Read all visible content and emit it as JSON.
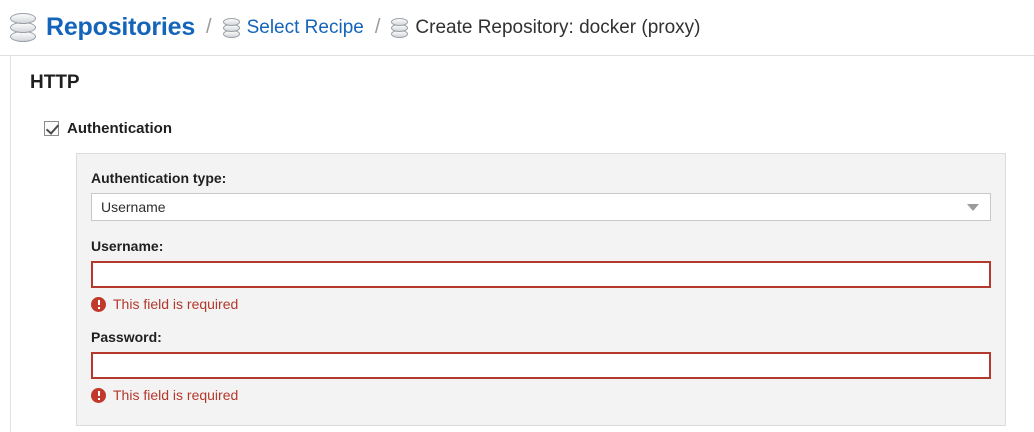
{
  "breadcrumb": {
    "root_icon": "database-icon",
    "root_label": "Repositories",
    "separator": "/",
    "items": [
      {
        "icon": "database-icon",
        "label": "Select Recipe",
        "link": true
      },
      {
        "icon": "database-icon",
        "label": "Create Repository: docker (proxy)",
        "link": false
      }
    ]
  },
  "section": {
    "title": "HTTP",
    "authentication": {
      "checkbox_label": "Authentication",
      "checked": true
    }
  },
  "form": {
    "auth_type": {
      "label": "Authentication type:",
      "value": "Username",
      "caret_icon": "chevron-down-icon"
    },
    "username": {
      "label": "Username:",
      "value": "",
      "placeholder": "",
      "error_icon": "error-circle-icon",
      "error": "This field is required"
    },
    "password": {
      "label": "Password:",
      "value": "",
      "placeholder": "",
      "error_icon": "error-circle-icon",
      "error": "This field is required"
    }
  },
  "colors": {
    "link_blue": "#1464ba",
    "error_red": "#b4382c",
    "error_icon_red": "#c0392b",
    "panel_bg": "#f3f3f3",
    "panel_border": "#dcdcdc"
  }
}
